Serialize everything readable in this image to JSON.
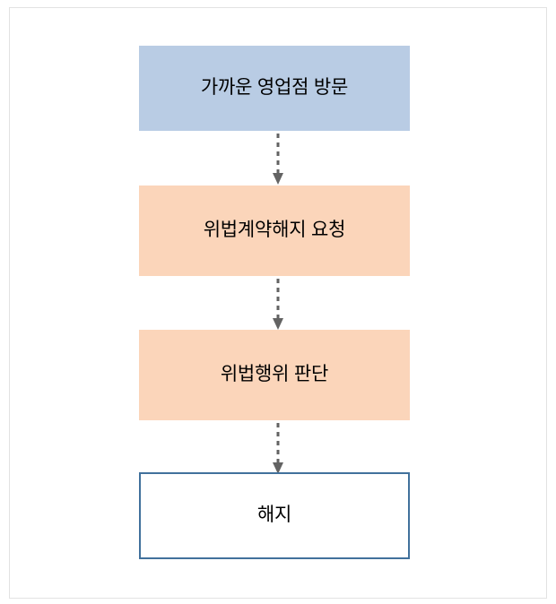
{
  "diagram": {
    "title": "",
    "background_color": "#ffffff",
    "frame_border_color": "#e2e2e2",
    "nodes": [
      {
        "id": "node-visit-branch",
        "label": "가까운 영업점 방문",
        "fill": "#b9cce4",
        "border": "none",
        "shape": "rectangle"
      },
      {
        "id": "node-request-termination",
        "label": "위법계약해지 요청",
        "fill": "#fbd5ba",
        "border": "none",
        "shape": "rectangle"
      },
      {
        "id": "node-judge-illegality",
        "label": "위법행위 판단",
        "fill": "#fbd5ba",
        "border": "none",
        "shape": "rectangle"
      },
      {
        "id": "node-termination",
        "label": "해지",
        "fill": "#ffffff",
        "border": "#41719c",
        "shape": "rectangle"
      }
    ],
    "connectors": [
      {
        "id": "connector-1",
        "from": "node-visit-branch",
        "to": "node-request-termination",
        "style": "dashed",
        "arrow": "filled-triangle",
        "color": "#636363"
      },
      {
        "id": "connector-2",
        "from": "node-request-termination",
        "to": "node-judge-illegality",
        "style": "dashed",
        "arrow": "filled-triangle",
        "color": "#636363"
      },
      {
        "id": "connector-3",
        "from": "node-judge-illegality",
        "to": "node-termination",
        "style": "dashed",
        "arrow": "filled-triangle",
        "color": "#636363"
      }
    ]
  }
}
